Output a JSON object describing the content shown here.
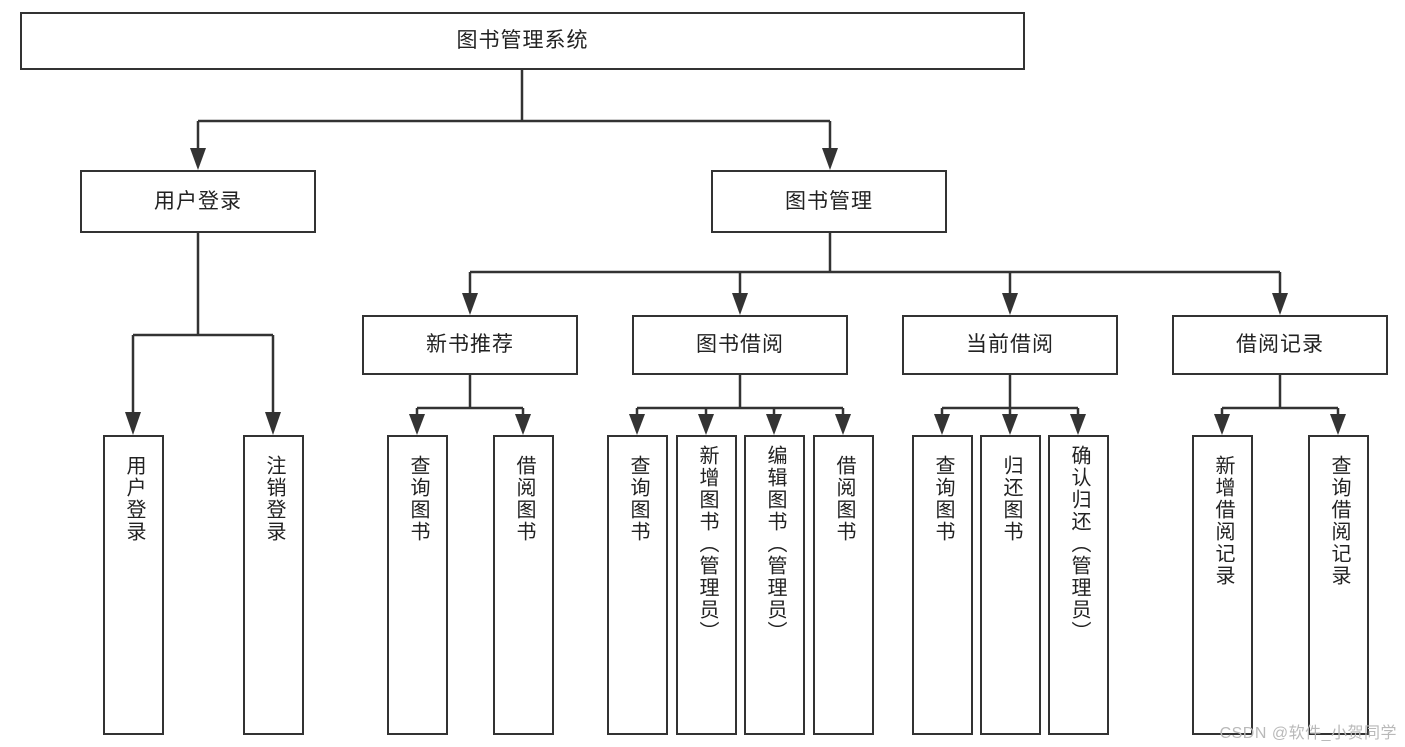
{
  "diagram": {
    "title": "图书管理系统",
    "type": "tree-hierarchy-diagram",
    "root": {
      "label": "图书管理系统"
    },
    "level2": [
      {
        "label": "用户登录"
      },
      {
        "label": "图书管理"
      }
    ],
    "level3": [
      {
        "label": "新书推荐"
      },
      {
        "label": "图书借阅"
      },
      {
        "label": "当前借阅"
      },
      {
        "label": "借阅记录"
      }
    ],
    "leaves": {
      "user_login": [
        {
          "label": "用户登录"
        },
        {
          "label": "注销登录"
        }
      ],
      "new_book_recommend": [
        {
          "label": "查询图书"
        },
        {
          "label": "借阅图书"
        }
      ],
      "book_borrow": [
        {
          "label": "查询图书"
        },
        {
          "label": "新增图书（管理员）"
        },
        {
          "label": "编辑图书（管理员）"
        },
        {
          "label": "借阅图书"
        }
      ],
      "current_borrow": [
        {
          "label": "查询图书"
        },
        {
          "label": "归还图书"
        },
        {
          "label": "确认归还（管理员）"
        }
      ],
      "borrow_record": [
        {
          "label": "新增借阅记录"
        },
        {
          "label": "查询借阅记录"
        }
      ]
    }
  },
  "watermark": {
    "text": "CSDN @软件_小贺同学"
  },
  "colors": {
    "border": "#333333",
    "background": "#ffffff",
    "text": "#222222",
    "watermark": "#b9b9b9"
  }
}
